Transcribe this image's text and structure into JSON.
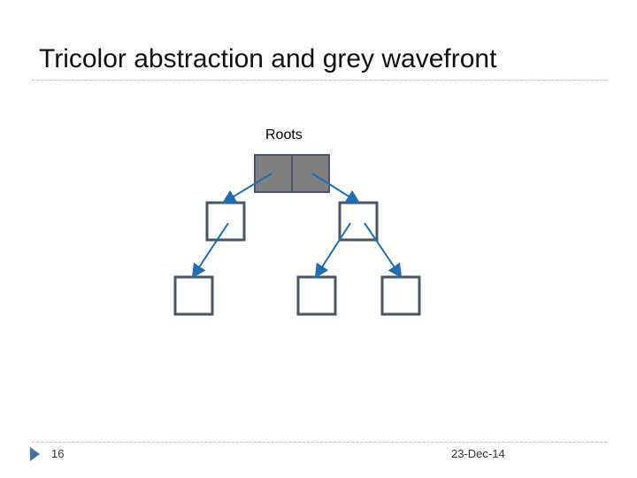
{
  "slide": {
    "title": "Tricolor abstraction and grey wavefront"
  },
  "diagram": {
    "roots_label": "Roots",
    "colors": {
      "grey_fill": "#7f7f7f",
      "node_stroke": "#4a5568",
      "arrow": "#1f6fb0",
      "white_fill": "#ffffff"
    }
  },
  "footer": {
    "page_number": "16",
    "date": "23-Dec-14"
  }
}
